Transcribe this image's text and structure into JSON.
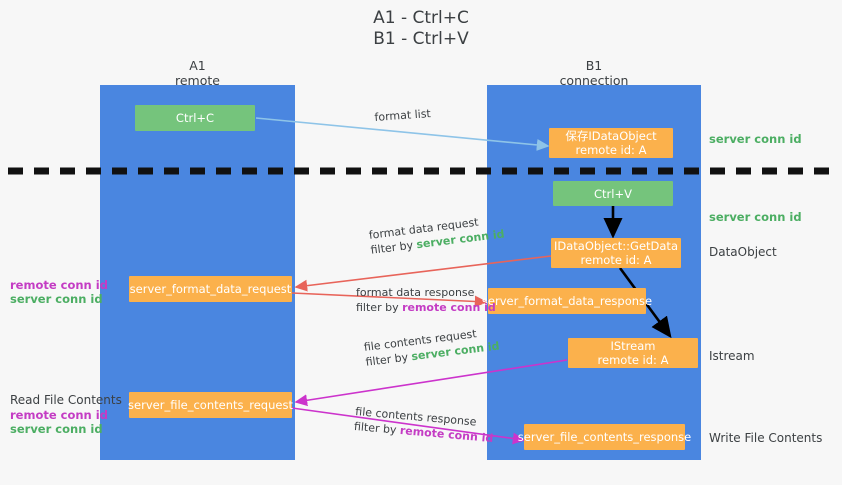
{
  "title": {
    "line1": "A1 - Ctrl+C",
    "line2": "B1 - Ctrl+V"
  },
  "columns": [
    {
      "name": "A1",
      "sub": "remote"
    },
    {
      "name": "B1",
      "sub": "connection"
    }
  ],
  "colors": {
    "lane": "#4a86e0",
    "green_node": "#75c47c",
    "orange_node": "#fbb14c",
    "server_conn": "#4cae63",
    "remote_conn": "#c43cc4",
    "arrow_blue": "#8ec4e8",
    "arrow_red": "#e8645a",
    "arrow_magenta": "#cc33cc",
    "arrow_black": "#000000",
    "background": "#f7f7f7"
  },
  "nodes": {
    "ctrl_c": {
      "label": "Ctrl+C"
    },
    "save_idataobject": {
      "line1": "保存IDataObject",
      "line2": "remote id: A"
    },
    "ctrl_v": {
      "label": "Ctrl+V"
    },
    "getdata": {
      "line1": "IDataObject::GetData",
      "line2": "remote id: A"
    },
    "istream": {
      "line1": "IStream",
      "line2": "remote id: A"
    },
    "server_format_data_request": {
      "label": "server_format_data_request"
    },
    "server_format_data_response": {
      "label": "server_format_data_response"
    },
    "server_file_contents_request": {
      "label": "server_file_contents_request"
    },
    "server_file_contents_response": {
      "label": "server_file_contents_response"
    }
  },
  "side_labels": {
    "server_conn_id_1": "server conn id",
    "server_conn_id_2": "server conn id",
    "data_object": "DataObject",
    "istream": "Istream",
    "write_file_contents": "Write File Contents"
  },
  "left_labels": {
    "group1": {
      "remote": "remote conn id",
      "server": "server conn id"
    },
    "group2": {
      "heading": "Read File Contents",
      "remote": "remote conn id",
      "server": "server conn id"
    }
  },
  "edge_labels": {
    "format_list": {
      "line1": "format list"
    },
    "format_data_request": {
      "line1": "format data request",
      "line2_pre": "filter by ",
      "line2_hl": "server conn id"
    },
    "format_data_response": {
      "line1": "format data response",
      "line2_pre": "filter by ",
      "line2_hl": "remote conn id"
    },
    "file_contents_request": {
      "line1": "file contents request",
      "line2_pre": "filter by ",
      "line2_hl": "server conn id"
    },
    "file_contents_response": {
      "line1": "file contents response",
      "line2_pre": "filter by ",
      "line2_hl": "remote conn id"
    }
  }
}
